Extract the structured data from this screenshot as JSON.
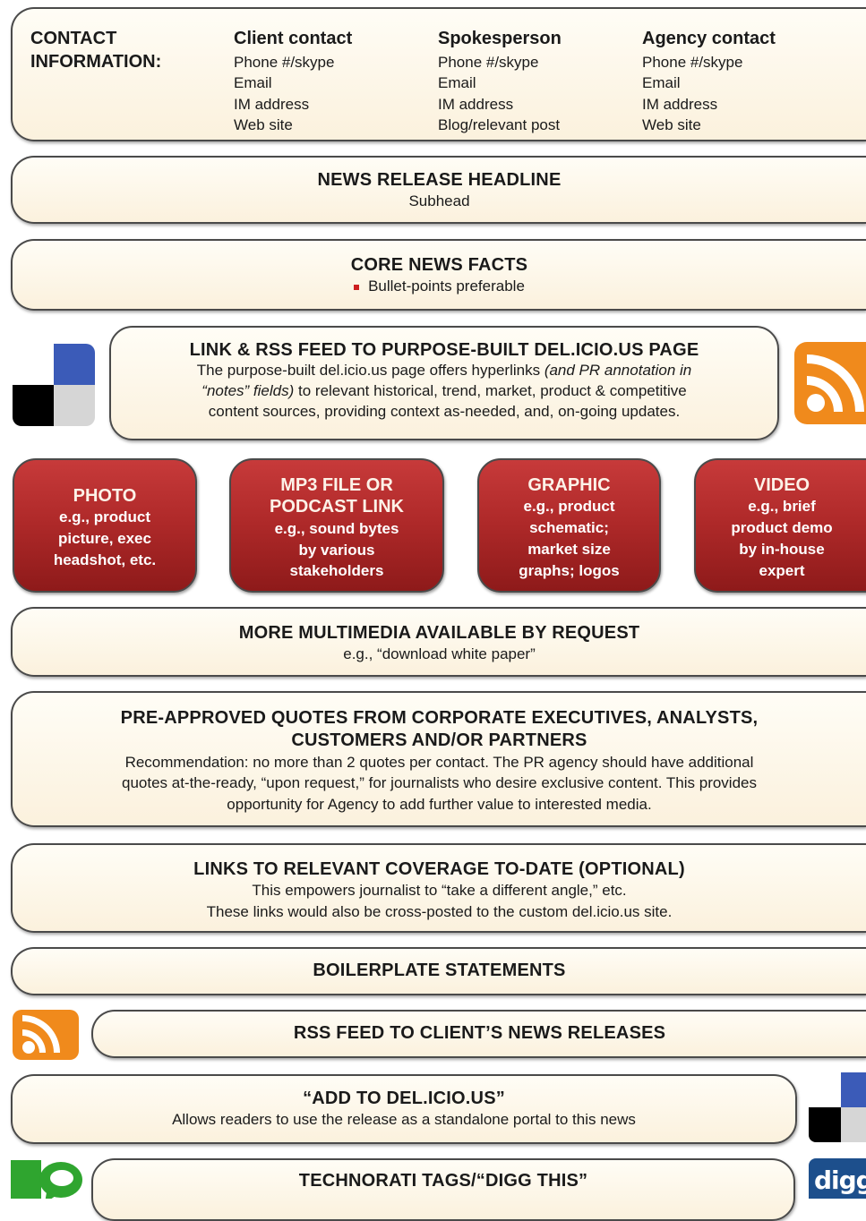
{
  "contact": {
    "heading_line1": "CONTACT",
    "heading_line2": "INFORMATION:",
    "columns": [
      {
        "title": "Client contact",
        "lines": [
          "Phone #/skype",
          "Email",
          "IM address",
          "Web site"
        ]
      },
      {
        "title": "Spokesperson",
        "lines": [
          "Phone #/skype",
          "Email",
          "IM address",
          "Blog/relevant post"
        ]
      },
      {
        "title": "Agency contact",
        "lines": [
          "Phone #/skype",
          "Email",
          "IM address",
          "Web site"
        ]
      }
    ]
  },
  "headline": {
    "title": "NEWS RELEASE HEADLINE",
    "sub": "Subhead"
  },
  "core": {
    "title": "CORE NEWS FACTS",
    "bullet": "Bullet-points preferable"
  },
  "delicious_link": {
    "title": "LINK & RSS FEED TO PURPOSE-BUILT DEL.ICIO.US PAGE",
    "line1a": "The purpose-built del.icio.us page offers hyperlinks ",
    "line1b": "(and PR annotation in",
    "line2a": "“notes” fields)",
    "line2b": " to relevant historical, trend, market, product & competitive",
    "line3": "content sources, providing context as-needed, and, on-going updates."
  },
  "media": [
    {
      "title": [
        "PHOTO"
      ],
      "desc": [
        "e.g., product",
        "picture, exec",
        "headshot, etc."
      ]
    },
    {
      "title": [
        "MP3 FILE OR",
        "PODCAST LINK"
      ],
      "desc": [
        "e.g., sound bytes",
        "by various",
        "stakeholders"
      ]
    },
    {
      "title": [
        "GRAPHIC"
      ],
      "desc": [
        "e.g., product",
        "schematic;",
        "market size",
        "graphs; logos"
      ]
    },
    {
      "title": [
        "VIDEO"
      ],
      "desc": [
        "e.g., brief",
        "product demo",
        "by in-house",
        "expert"
      ]
    }
  ],
  "more_media": {
    "title": "MORE MULTIMEDIA AVAILABLE BY REQUEST",
    "sub": "e.g., “download white paper”"
  },
  "quotes": {
    "title1": "PRE-APPROVED QUOTES FROM CORPORATE EXECUTIVES, ANALYSTS,",
    "title2": "CUSTOMERS AND/OR PARTNERS",
    "line1": "Recommendation: no more than 2 quotes per contact.  The PR agency should have additional",
    "line2": "quotes at-the-ready, “upon request,” for journalists who desire exclusive content.  This provides",
    "line3": "opportunity for Agency to add further value to interested media."
  },
  "coverage": {
    "title": "LINKS TO RELEVANT COVERAGE TO-DATE (OPTIONAL)",
    "line1": "This empowers journalist to “take a different angle,” etc.",
    "line2": "These links would also be cross-posted to the custom del.icio.us site."
  },
  "boilerplate": {
    "title": "BOILERPLATE STATEMENTS"
  },
  "rss": {
    "title": "RSS FEED TO CLIENT’S NEWS RELEASES"
  },
  "add_delicious": {
    "title": "“ADD TO DEL.ICIO.US”",
    "sub": "Allows readers to use the release as a standalone portal to this news"
  },
  "technorati": {
    "title": "TECHNORATI TAGS/“DIGG THIS”"
  },
  "digg_logo_text": "digg",
  "colors": {
    "red_box": "#b02a2a",
    "rss_orange": "#f08a1c",
    "delicious_blue": "#3b5bb8",
    "technorati_green": "#2fa52f",
    "digg_blue": "#1d4f8c",
    "bullet_red": "#cc1f1f"
  }
}
